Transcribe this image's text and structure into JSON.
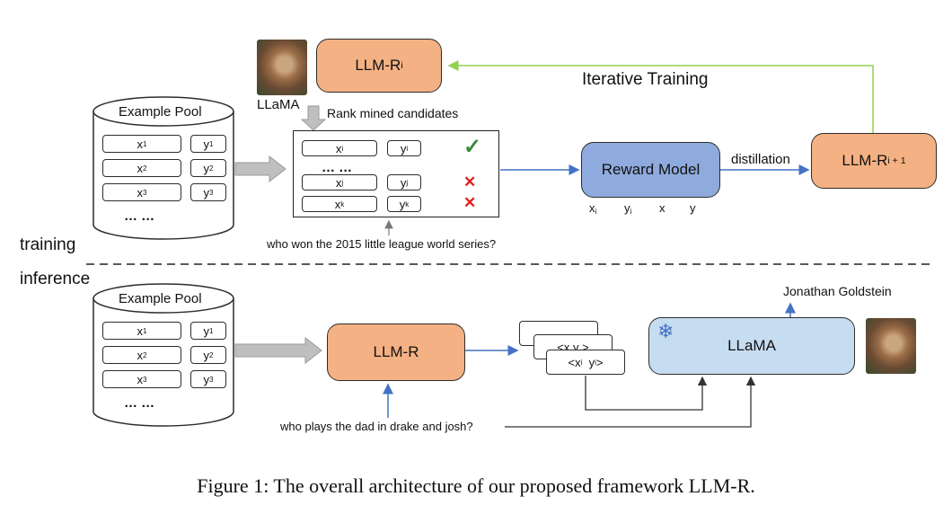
{
  "training_section": {
    "label": "training",
    "example_pool": {
      "title": "Example Pool",
      "rows": [
        {
          "x": "x",
          "x_sub": "1",
          "y": "y",
          "y_sub": "1"
        },
        {
          "x": "x",
          "x_sub": "2",
          "y": "y",
          "y_sub": "2"
        },
        {
          "x": "x",
          "x_sub": "3",
          "y": "y",
          "y_sub": "3"
        }
      ],
      "ellipsis": "… …"
    },
    "llama_label": "LLaMA",
    "llm_r_i": {
      "base": "LLM-R",
      "sub": "i"
    },
    "rank_label": "Rank mined candidates",
    "candidates": {
      "rows": [
        {
          "x": "x",
          "x_sub": "i",
          "y": "y",
          "y_sub": "i",
          "mark": "✓"
        },
        {
          "x": "x",
          "x_sub": "j",
          "y": "y",
          "y_sub": "j",
          "mark": "✕"
        },
        {
          "x": "x",
          "x_sub": "k",
          "y": "y",
          "y_sub": "k",
          "mark": "✕"
        }
      ],
      "ellipsis": "… …"
    },
    "query": "who won the 2015 little league world series?",
    "reward_model": "Reward Model",
    "reward_inputs": [
      {
        "base": "x",
        "sub": "i"
      },
      {
        "base": "y",
        "sub": "i"
      },
      {
        "base": "x",
        "sub": ""
      },
      {
        "base": "y",
        "sub": ""
      }
    ],
    "distillation": "distillation",
    "llm_r_next": {
      "base": "LLM-R",
      "sub": "i + 1"
    },
    "iterative_training": "Iterative Training"
  },
  "inference_section": {
    "label": "inference",
    "example_pool": {
      "title": "Example Pool",
      "rows": [
        {
          "x": "x",
          "x_sub": "1",
          "y": "y",
          "y_sub": "1"
        },
        {
          "x": "x",
          "x_sub": "2",
          "y": "y",
          "y_sub": "2"
        },
        {
          "x": "x",
          "x_sub": "3",
          "y": "y",
          "y_sub": "3"
        }
      ],
      "ellipsis": "… …"
    },
    "llm_r": "LLM-R",
    "stack_front": {
      "x": "x",
      "x_sub": "i",
      "y": "y",
      "y_sub": "i"
    },
    "stack_middle": "<x  y >",
    "llama": "LLaMA",
    "snowflake": "❄",
    "query": "who plays the dad in drake and josh?",
    "answer": "Jonathan Goldstein"
  },
  "caption": "Figure 1: The overall architecture of our proposed framework LLM-R.",
  "colors": {
    "orange": "#f4b183",
    "blue": "#8faadc",
    "light_blue": "#c6dcf1",
    "arrow_blue": "#4472c4",
    "arrow_green": "#92d050",
    "check_green": "#3a8a3a",
    "cross_red": "#e02020"
  }
}
